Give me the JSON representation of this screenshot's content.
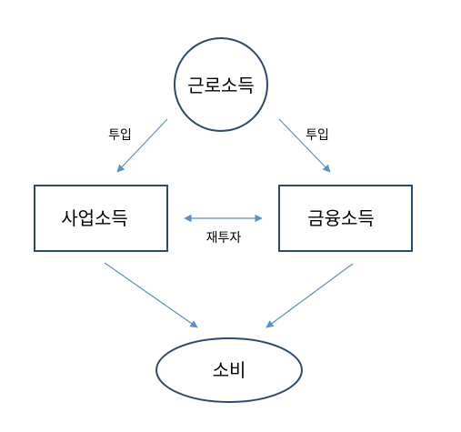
{
  "colors": {
    "node_border": "#2e4a6b",
    "arrow": "#5b8fc9",
    "text": "#000000",
    "background": "#ffffff"
  },
  "nodes": {
    "labor_income": {
      "label": "근로소득",
      "shape": "circle"
    },
    "business_income": {
      "label": "사업소득",
      "shape": "rectangle"
    },
    "financial_income": {
      "label": "금융소득",
      "shape": "rectangle"
    },
    "consumption": {
      "label": "소비",
      "shape": "ellipse"
    }
  },
  "edges": {
    "labor_to_business": {
      "label": "투입"
    },
    "labor_to_financial": {
      "label": "투입"
    },
    "business_financial": {
      "label": "재투자",
      "bidirectional": true
    },
    "business_to_consumption": {
      "label": ""
    },
    "financial_to_consumption": {
      "label": ""
    }
  }
}
